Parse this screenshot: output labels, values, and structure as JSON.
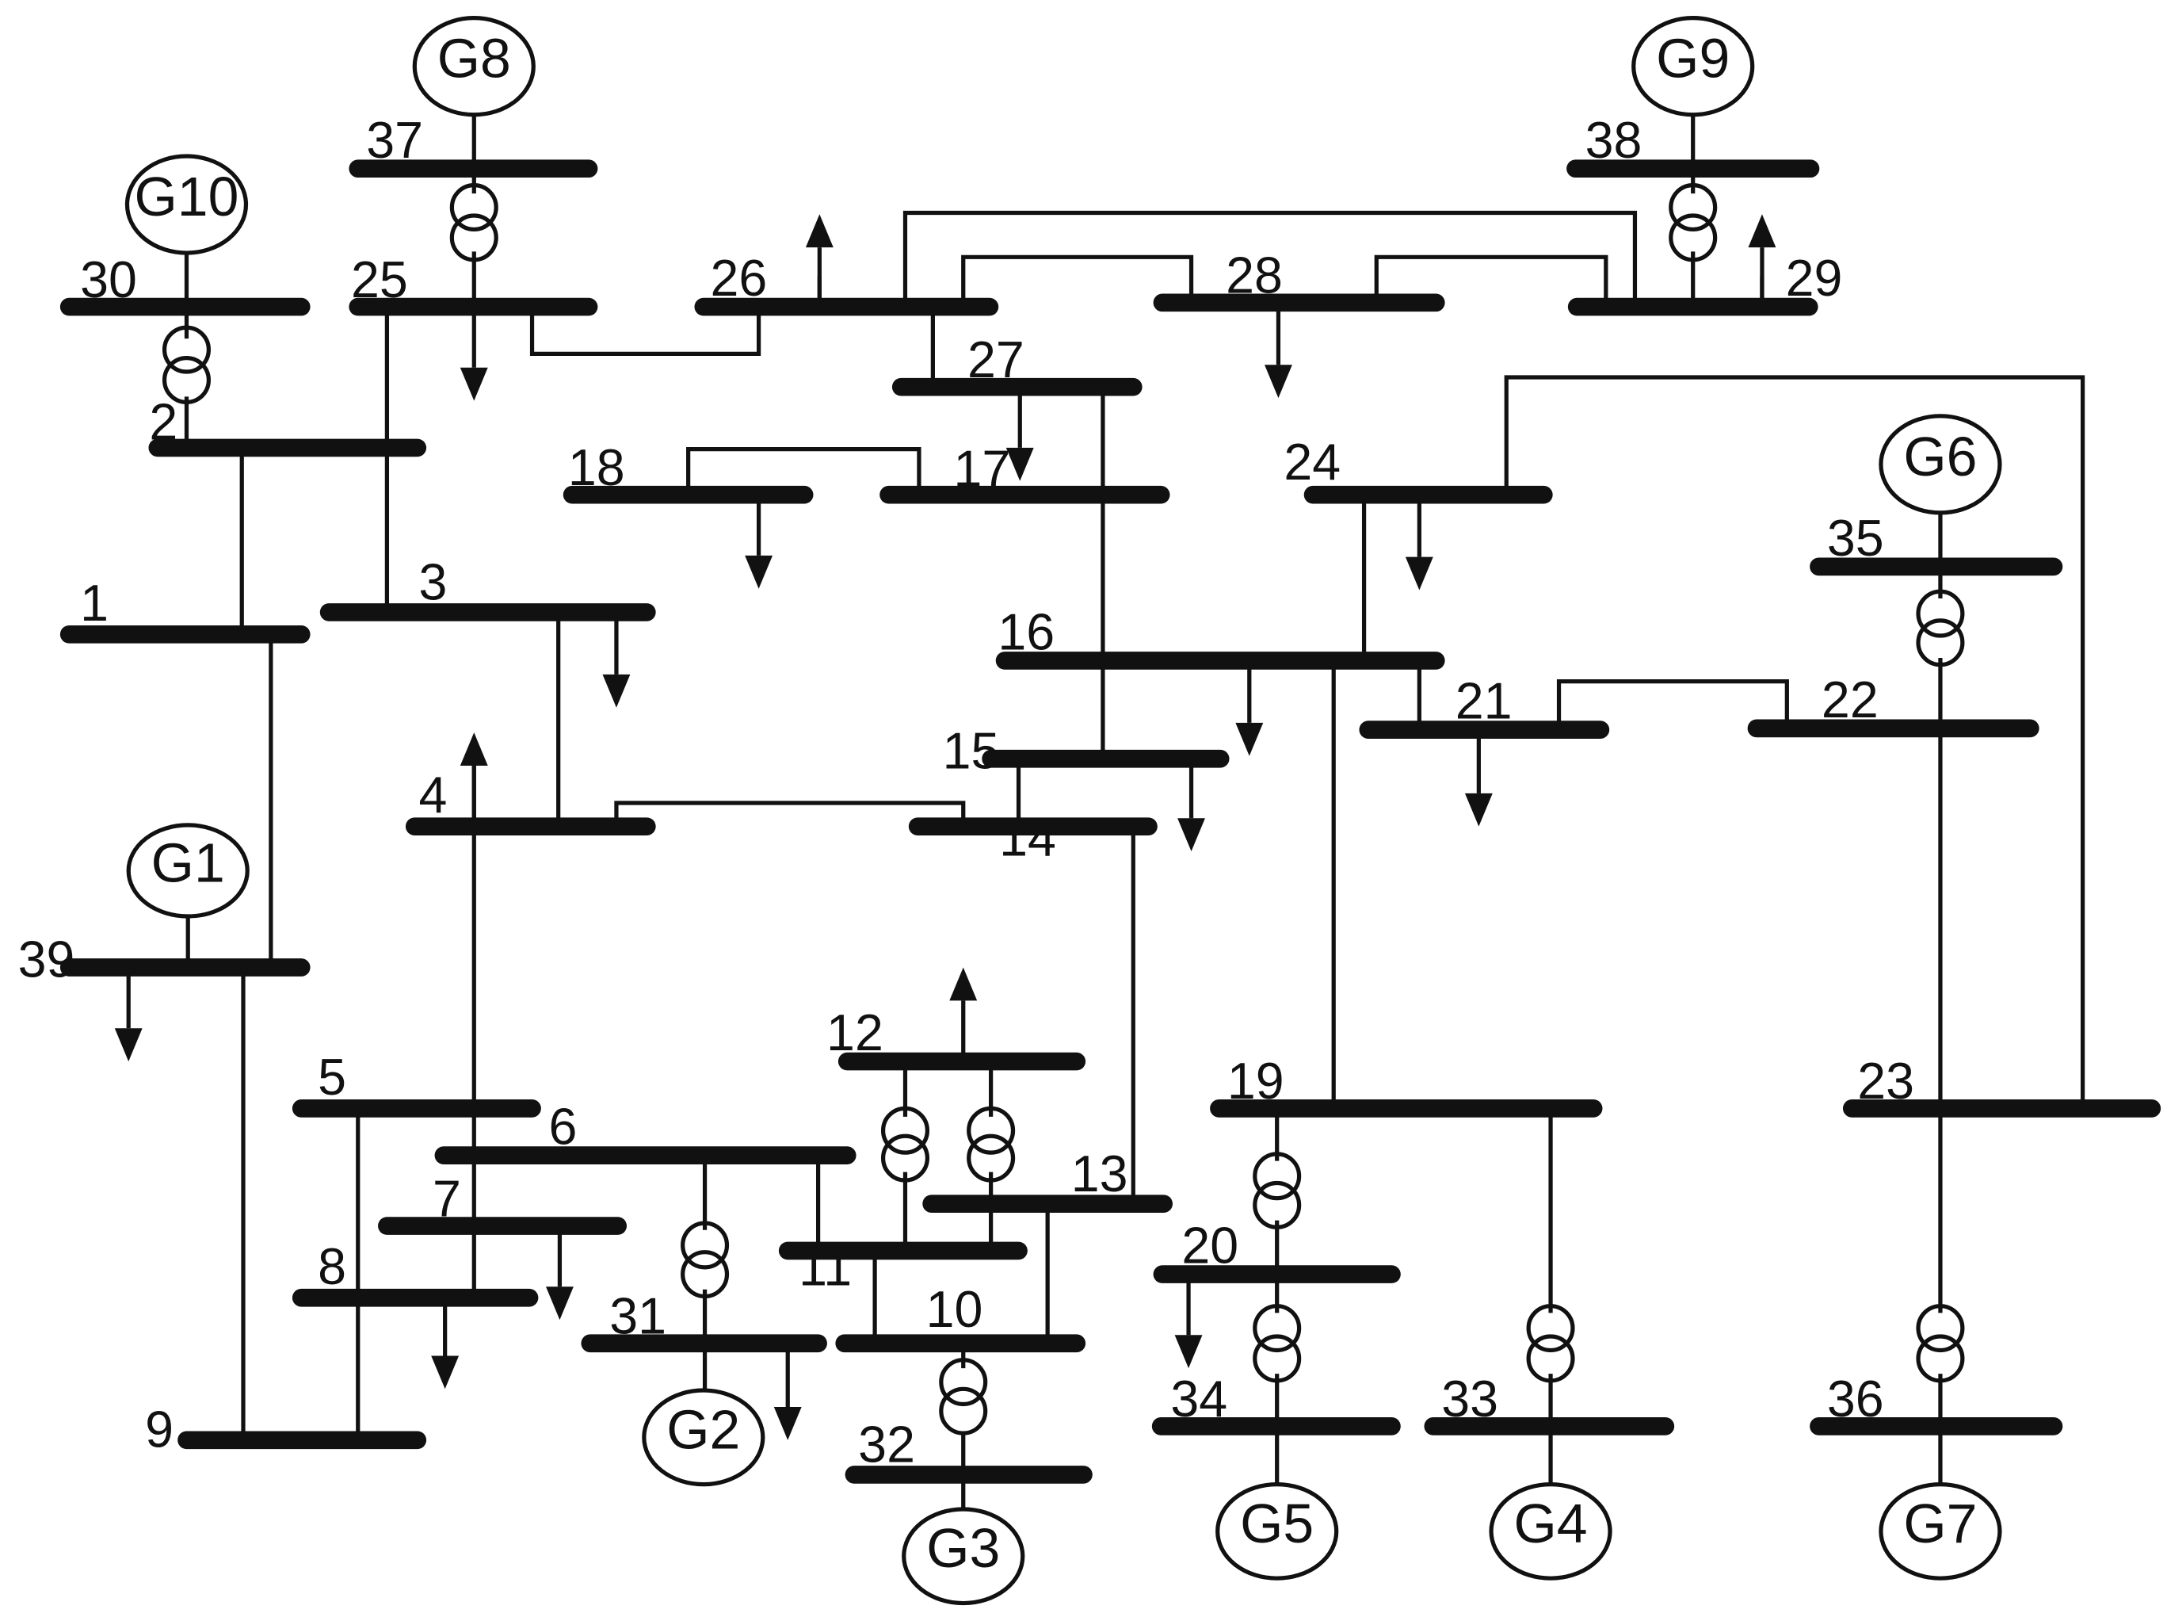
{
  "buses": [
    "1",
    "2",
    "3",
    "4",
    "5",
    "6",
    "7",
    "8",
    "9",
    "10",
    "11",
    "12",
    "13",
    "14",
    "15",
    "16",
    "17",
    "18",
    "19",
    "20",
    "21",
    "22",
    "23",
    "24",
    "25",
    "26",
    "27",
    "28",
    "29",
    "30",
    "31",
    "32",
    "33",
    "34",
    "35",
    "36",
    "37",
    "38",
    "39"
  ],
  "generators": [
    "G1",
    "G2",
    "G3",
    "G4",
    "G5",
    "G6",
    "G7",
    "G8",
    "G9",
    "G10"
  ],
  "colors": {
    "line": "#111111",
    "background": "#ffffff"
  }
}
